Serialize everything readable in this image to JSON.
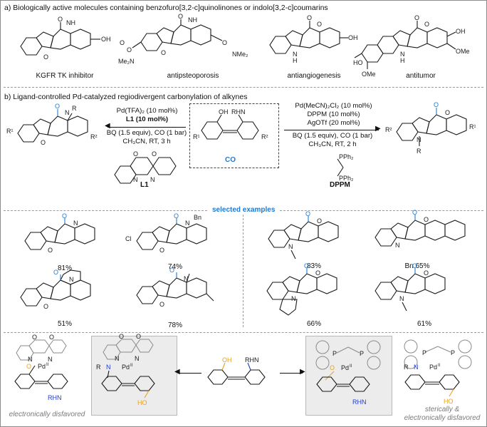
{
  "section_a": {
    "title": "a) Biologically active molecules containing benzofuro[3,2-c]quinolinones or indolo[3,2-c]coumarins",
    "captions": [
      "KGFR TK inhibitor",
      "antipsteoporosis",
      "antiangiogenesis",
      "antitumor"
    ],
    "atoms": {
      "m1": [
        "O",
        "NH",
        "O",
        "OH"
      ],
      "m2": [
        "O",
        "NH",
        "O",
        "O",
        "O",
        "O",
        "Me₂N",
        "NMe₂"
      ],
      "m3": [
        "O",
        "O",
        "N",
        "H",
        "OH"
      ],
      "m4": [
        "O",
        "O",
        "N",
        "H",
        "OH",
        "OMe",
        "HO",
        "OMe"
      ]
    }
  },
  "section_b": {
    "title": "b) Ligand-controlled Pd-catalyzed regiodivergent carbonylation of alkynes",
    "left_conditions": [
      "Pd(TFA)₂ (10 mol%)",
      "L1 (10 mol%)",
      "BQ (1.5 equiv), CO (1 bar)",
      "CH₃CN, RT, 3 h"
    ],
    "right_conditions": [
      "Pd(MeCN)₂Cl₂ (10 mol%)",
      "DPPM (10 mol%)",
      "AgOTf (20 mol%)",
      "BQ (1.5 equiv), CO (1 bar)",
      "CH₃CN, RT, 2 h"
    ],
    "center_label": "CO",
    "center_atoms": [
      "OH",
      "RHN",
      "R¹",
      "R²"
    ],
    "left_product_atoms": [
      "O",
      "N",
      "R",
      "O",
      "R¹",
      "R²"
    ],
    "right_product_atoms": [
      "O",
      "O",
      "N",
      "R",
      "R²",
      "R¹"
    ],
    "ligand_labels": [
      "L1",
      "DPPM"
    ],
    "ligand_atoms": [
      "O",
      "O",
      "N",
      "N",
      "PPh₂",
      "PPh₂"
    ],
    "selected_label": "selected examples"
  },
  "examples": {
    "yields": [
      "81%",
      "74%",
      "83%",
      "Bn 65%",
      "51%",
      "78%",
      "66%",
      "61%"
    ],
    "atoms": {
      "e1": [
        "O",
        "N",
        "O"
      ],
      "e2": [
        "Cl",
        "O",
        "N",
        "Bn",
        "O"
      ],
      "e3": [
        "O",
        "O",
        "N"
      ],
      "e4": [
        "O",
        "O",
        "N"
      ],
      "e5": [
        "O",
        "N",
        "O"
      ],
      "e6": [
        "O",
        "N",
        "O"
      ],
      "e7": [
        "O",
        "O",
        "N"
      ],
      "e8": [
        "O",
        "O",
        "N"
      ]
    }
  },
  "section_c": {
    "captions": [
      "electronically disfavored",
      "sterically &\nelectronically disfavored"
    ],
    "center_atoms": [
      "OH",
      "RHN"
    ],
    "complex_atoms": {
      "c1": [
        "O",
        "O",
        "N",
        "N",
        "O",
        "Pd",
        "II",
        "RHN"
      ],
      "c2": [
        "O",
        "O",
        "N",
        "N",
        "R",
        "N",
        "Pd",
        "II",
        "HO"
      ],
      "c3": [
        "P",
        "P",
        "O",
        "Pd",
        "II",
        "RHN"
      ],
      "c4": [
        "P",
        "P",
        "R",
        "N",
        "Pd",
        "II",
        "HO"
      ]
    }
  },
  "colors": {
    "blue": "#1f7ad1",
    "orange": "#e8a21f",
    "navy": "#1f3bd1",
    "panel_gray": "#ececec",
    "ghost_gray": "#8a8a8a"
  }
}
